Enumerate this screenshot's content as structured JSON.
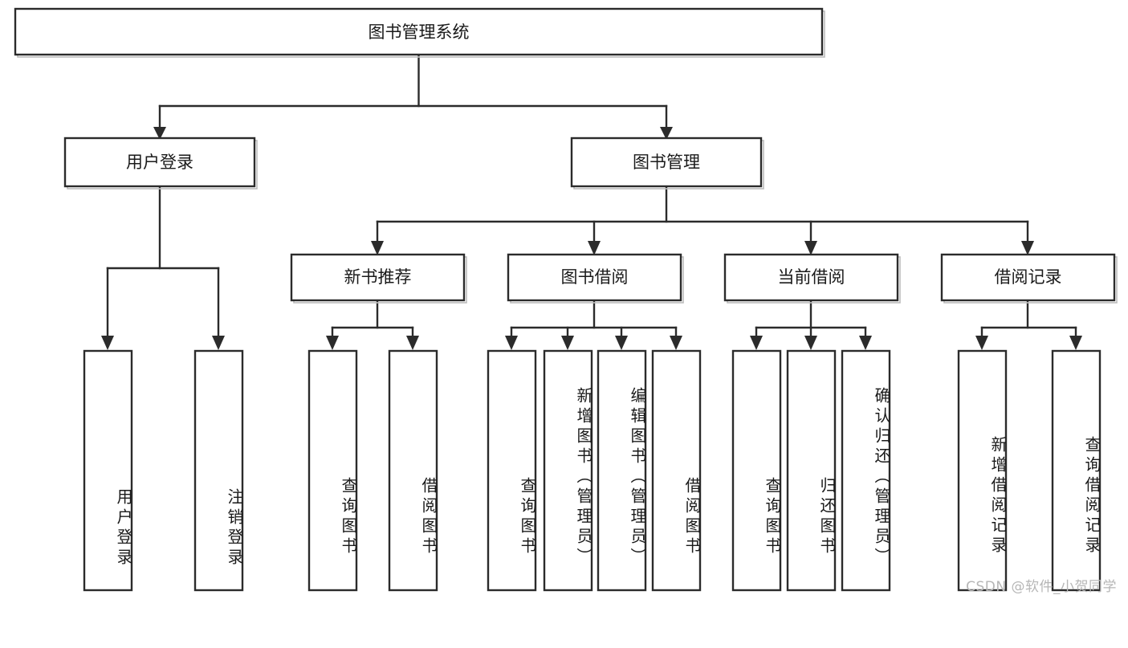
{
  "diagram": {
    "title": "图书管理系统",
    "type": "hierarchy-tree",
    "orientation": "top-down",
    "colors": {
      "box_fill": "#ffffff",
      "box_stroke": "#2b2b2b",
      "edge": "#2b2b2b",
      "text": "#1a1a1a",
      "background": "#ffffff",
      "watermark": "#b6b6b6"
    },
    "levels": {
      "root": {
        "label": "图书管理系统"
      },
      "level2": [
        {
          "label": "用户登录"
        },
        {
          "label": "图书管理"
        }
      ],
      "level3": [
        {
          "label": "新书推荐"
        },
        {
          "label": "图书借阅"
        },
        {
          "label": "当前借阅"
        },
        {
          "label": "借阅记录"
        }
      ],
      "leaves": {
        "user_login": [
          {
            "label": "用户登录"
          },
          {
            "label": "注销登录"
          }
        ],
        "new_book_recommend": [
          {
            "label": "查询图书"
          },
          {
            "label": "借阅图书"
          }
        ],
        "book_borrow": [
          {
            "label": "查询图书"
          },
          {
            "label": "新增图书（管理员）"
          },
          {
            "label": "编辑图书（管理员）"
          },
          {
            "label": "借阅图书"
          }
        ],
        "current_borrow": [
          {
            "label": "查询图书"
          },
          {
            "label": "归还图书"
          },
          {
            "label": "确认归还（管理员）"
          }
        ],
        "borrow_record": [
          {
            "label": "新增借阅记录"
          },
          {
            "label": "查询借阅记录"
          }
        ]
      }
    }
  },
  "watermark": {
    "text": "CSDN @软件_小贺同学"
  }
}
